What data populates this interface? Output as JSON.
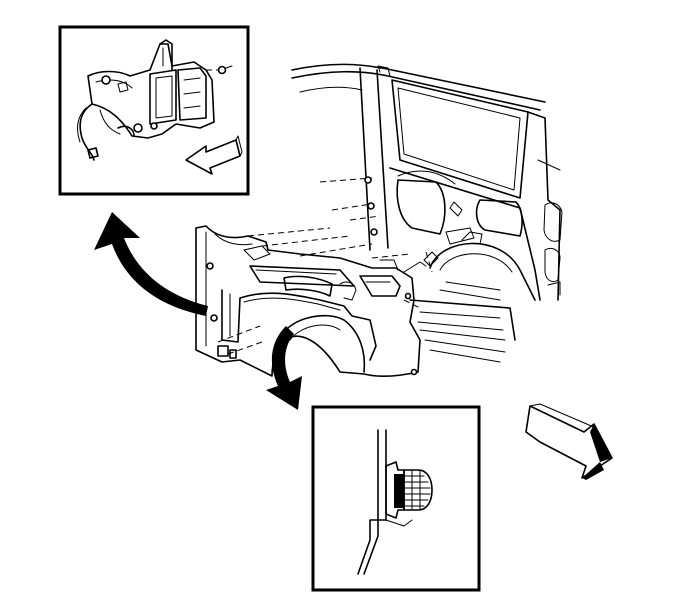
{
  "figure": {
    "description_parts": [
      "vehicle-interior-rear-quarter",
      "detail-inset-top-left",
      "detail-inset-bottom",
      "direction-arrow-front"
    ],
    "colors": {
      "line": "#000000",
      "background": "#ffffff"
    },
    "icons": {
      "callout_arrow_top": "curved-arrow-icon",
      "callout_arrow_bottom": "curved-arrow-icon",
      "front_arrow": "front-direction-arrow-icon",
      "inset_arrow": "direction-arrow-icon"
    }
  }
}
